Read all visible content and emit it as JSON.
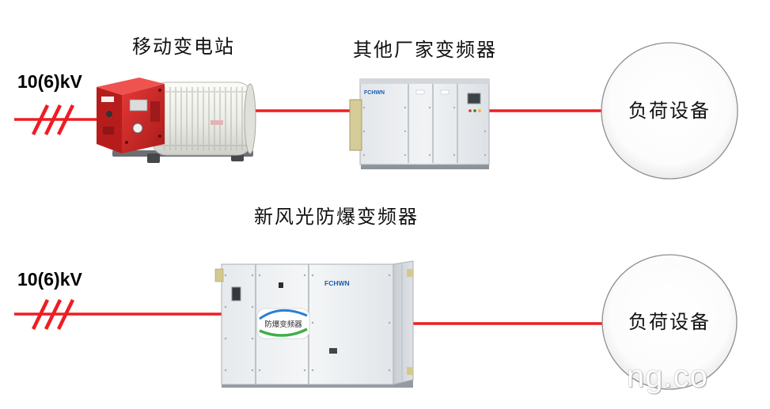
{
  "diagram": {
    "top_row": {
      "voltage_label": "10(6)kV",
      "substation_label": "移动变电站",
      "inverter_label": "其他厂家变频器",
      "inverter_logo": "FCHWN",
      "load_label": "负荷设备"
    },
    "bottom_row": {
      "voltage_label": "10(6)kV",
      "inverter_label": "新风光防爆变频器",
      "inverter_badge": "防爆变频器",
      "inverter_logo": "FCHWN",
      "load_label": "负荷设备"
    }
  },
  "watermark": "ng.co",
  "colors": {
    "wire": "#ee1d23",
    "load_circle_border": "#8f8f8f",
    "substation_box": "#d32f2f",
    "cabinet": "#e9ecef"
  }
}
